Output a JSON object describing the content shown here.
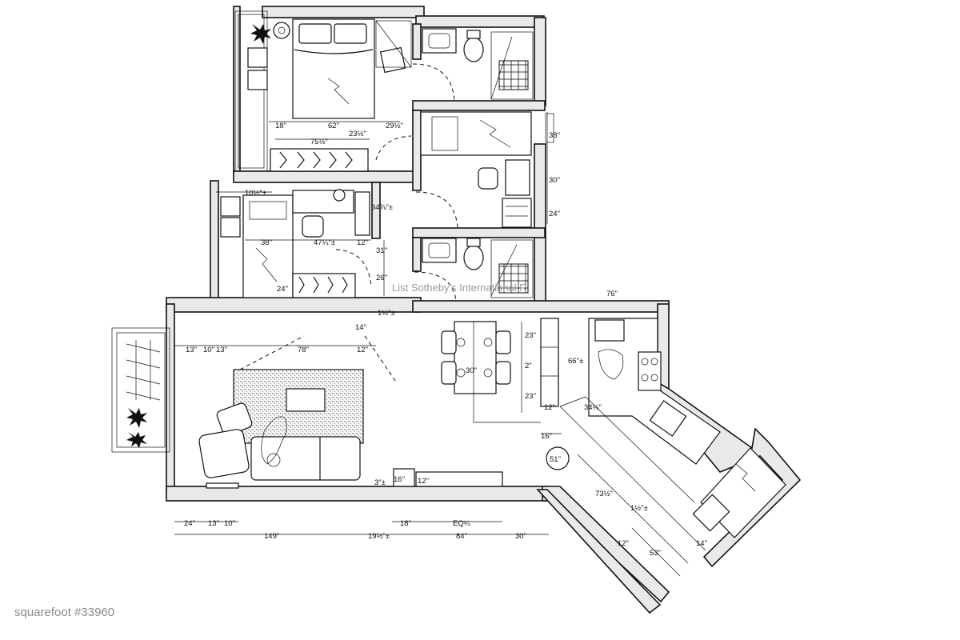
{
  "caption": "squarefoot #33960",
  "watermark": "List Sotheby's International R",
  "dimensions": {
    "d_18": "18\"",
    "d_62": "62\"",
    "d_23half": "23½\"",
    "d_29half": "29½\"",
    "d_75half": "75½\"",
    "d_38r": "38\"",
    "d_30": "30\"",
    "d_24r": "24\"",
    "d_10half": "10½\"±",
    "d_34": "34⅞\"±",
    "d_38": "38\"",
    "d_47": "47¼\"±",
    "d_12a": "12\"",
    "d_31": "31\"",
    "d_26": "26\"",
    "d_24b": "24\"",
    "d_1half": "1½\"±",
    "d_14": "14\"",
    "d_13a": "13\"",
    "d_10a": "10\"",
    "d_13b": "13\"",
    "d_78": "78\"",
    "d_12b": "12\"",
    "d_23a": "23\"",
    "d_2": "2\"",
    "d_23b": "23\"",
    "d_30b": "30\"",
    "d_66": "66\"±",
    "d_12c": "12\"",
    "d_34k": "34¼\"",
    "d_16": "16\"",
    "d_51": "51\"",
    "d_73": "73½\"",
    "d_1half2": "1½\"±",
    "d_3": "3\"±",
    "d_16b": "16\"",
    "d_12d": "12\"",
    "d_24c": "24\"",
    "d_13c": "13\"",
    "d_10b": "10\"",
    "d_149": "149\"",
    "d_19": "19½\"±",
    "d_18b": "18\"",
    "d_eq": "EQ¼",
    "d_84": "84\"",
    "d_30c": "30\"",
    "d_12e": "12\"",
    "d_53": "53\"",
    "d_14b": "14\"",
    "d_76": "76\""
  }
}
